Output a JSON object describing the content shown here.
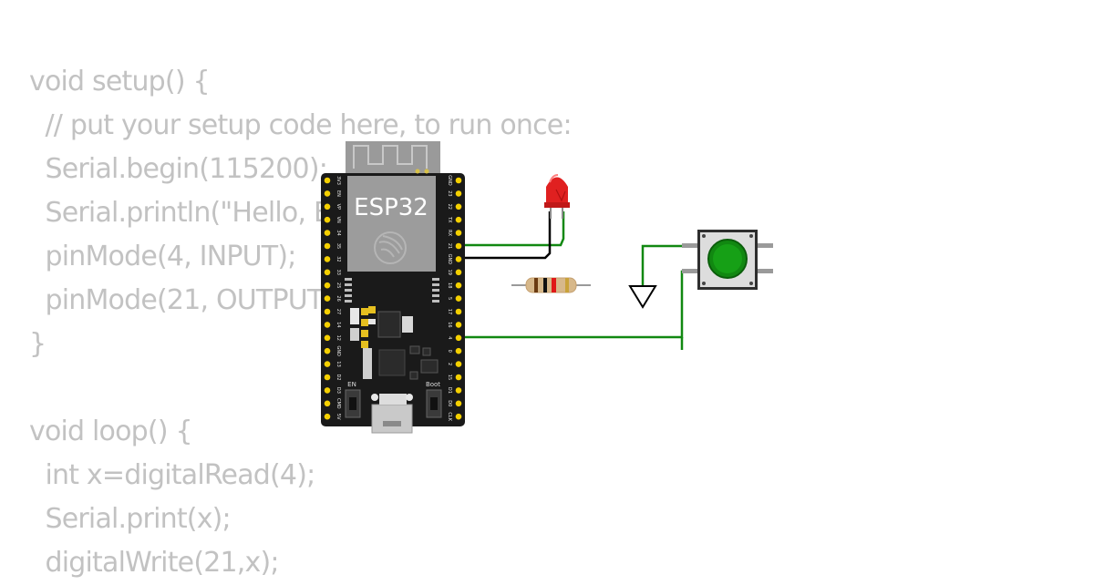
{
  "code": {
    "lines": [
      "void setup() {",
      "  // put your setup code here, to run once:",
      "  Serial.begin(115200);",
      "  Serial.println(\"Hello, ESP32!\");",
      "  pinMode(4, INPUT);",
      "  pinMode(21, OUTPUT);",
      "}",
      "",
      "void loop() {",
      "  int x=digitalRead(4);",
      "  Serial.print(x);",
      "  digitalWrite(21,x);"
    ]
  },
  "board": {
    "label": "ESP32",
    "en_label": "EN",
    "boot_label": "Boot",
    "left_pins": [
      "3V3",
      "EN",
      "VP",
      "VN",
      "34",
      "35",
      "32",
      "33",
      "25",
      "26",
      "27",
      "14",
      "12",
      "GND",
      "13",
      "D2",
      "D3",
      "CMD",
      "5V"
    ],
    "right_pins": [
      "GND",
      "23",
      "22",
      "TX",
      "RX",
      "21",
      "GND",
      "19",
      "18",
      "5",
      "17",
      "16",
      "4",
      "0",
      "2",
      "15",
      "D1",
      "D0",
      "CLK"
    ]
  },
  "colors": {
    "board": "#1a1a1a",
    "pin": "#f5d000",
    "wire_green": "#118811",
    "wire_black": "#000000",
    "led": "#e02020",
    "button": "#118811",
    "code_text": "#c2c2c2"
  }
}
